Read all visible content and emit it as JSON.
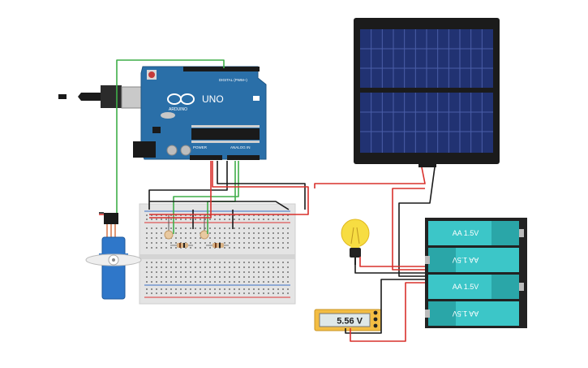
{
  "arduino": {
    "brand": "ARDUINO",
    "model": "UNO",
    "digital_header": "DIGITAL (PWM~)",
    "power_header": "POWER",
    "analog_header": "ANALOG IN"
  },
  "batteries": {
    "cells": [
      "AA 1.5V",
      "AA 1.5V",
      "AA 1.5V",
      "AA 1.5V"
    ]
  },
  "multimeter": {
    "reading": "5.56 V"
  },
  "colors": {
    "wire_red": "#d9302c",
    "wire_green": "#3fae49",
    "wire_black": "#222222",
    "arduino_board": "#2a6fa8",
    "solar_cell": "#1f2d6e",
    "battery_body": "#3cc6c8",
    "servo_body": "#2f77c9",
    "bulb_glass": "#f7dd42",
    "multimeter_body": "#f3bd43"
  }
}
